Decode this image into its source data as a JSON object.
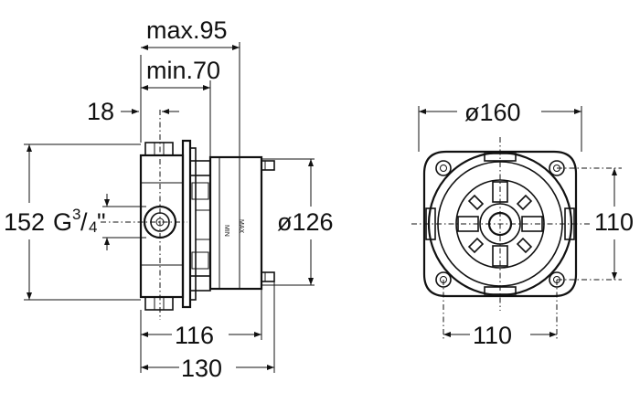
{
  "side_view": {
    "dim_max": "max.95",
    "dim_min": "min.70",
    "dim_offset": "18",
    "dim_height": "152",
    "thread_main": "G",
    "thread_num": "3",
    "thread_den": "4",
    "thread_mark": "\"",
    "dim_body_dia": "ø126",
    "dim_depth_inner": "116",
    "dim_depth_outer": "130",
    "body_label_min": "MIN",
    "body_label_max": "MAX"
  },
  "front_view": {
    "dim_outer_dia": "ø160",
    "dim_bolt_vertical": "110",
    "dim_bolt_horizontal": "110"
  }
}
